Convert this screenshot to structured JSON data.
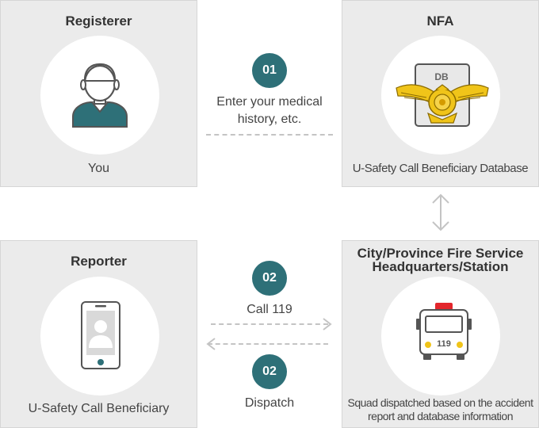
{
  "registerer": {
    "title": "Registerer",
    "caption": "You"
  },
  "nfa": {
    "title": "NFA",
    "db_label": "DB",
    "caption": "U-Safety Call Beneficiary Database"
  },
  "reporter": {
    "title": "Reporter",
    "caption": "U-Safety Call Beneficiary"
  },
  "fire_hq": {
    "title_line1": "City/Province Fire Service",
    "title_line2": "Headquarters/Station",
    "truck_number": "119",
    "caption_line1": "Squad dispatched based on the accident",
    "caption_line2": "report and database information"
  },
  "steps": {
    "register": {
      "number": "01",
      "line1": "Enter your medical",
      "line2": "history, etc."
    },
    "call": {
      "number": "02",
      "label": "Call 119"
    },
    "dispatch": {
      "number": "02",
      "label": "Dispatch"
    }
  },
  "colors": {
    "accent": "#2e7078",
    "panel_bg": "#ebebeb",
    "truck_red": "#e3262c",
    "emblem_gold": "#f0c419",
    "dash": "#c4c4c4"
  },
  "icons": [
    "person-icon",
    "database-emblem-icon",
    "smartphone-icon",
    "fire-truck-icon",
    "vertical-double-arrow-icon",
    "right-arrow-icon",
    "left-arrow-icon"
  ]
}
